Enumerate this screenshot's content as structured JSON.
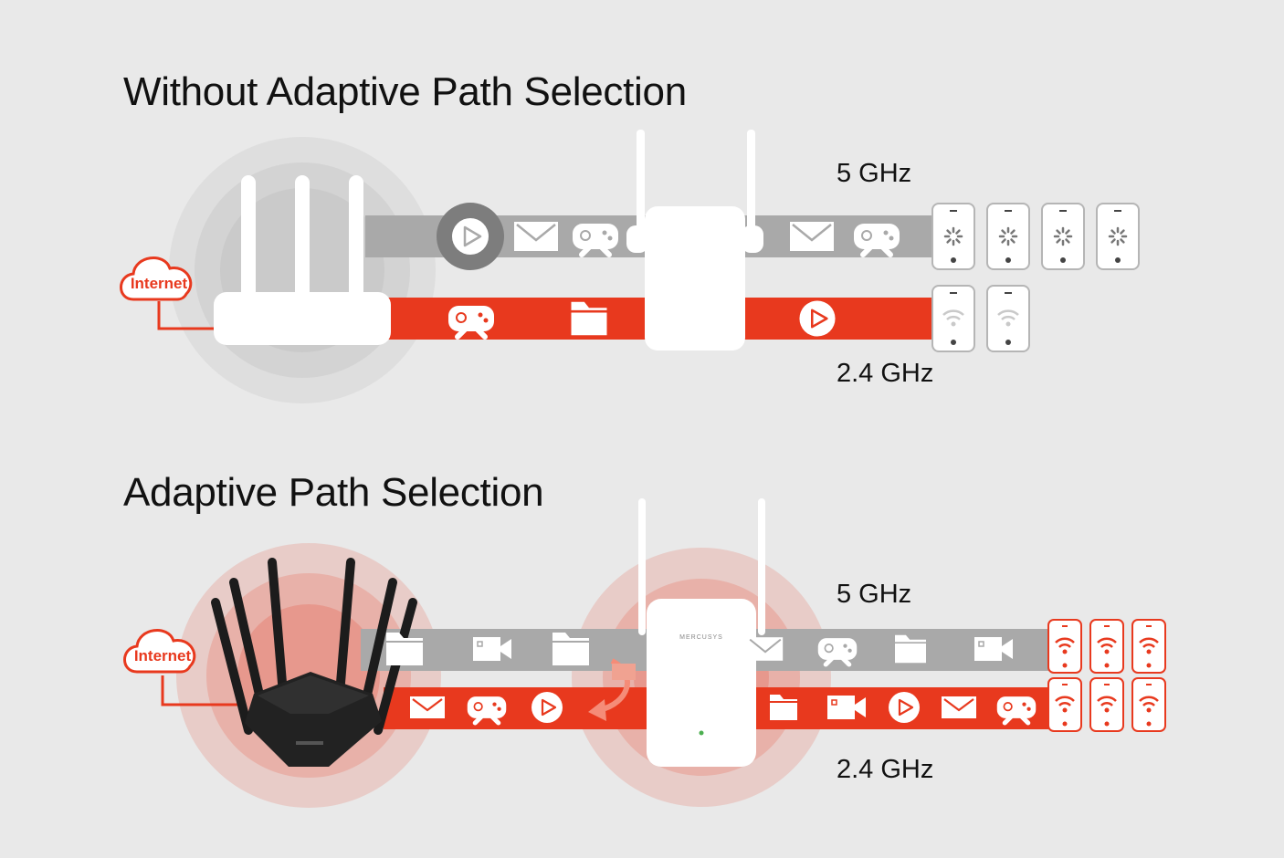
{
  "titles": {
    "without": "Without Adaptive Path Selection",
    "with": "Adaptive Path Selection"
  },
  "bands": {
    "five_ghz": "5 GHz",
    "two_four_ghz": "2.4 GHz"
  },
  "internet_label": "Internet",
  "extender_brand": "MERCUSYS",
  "colors": {
    "accent_red": "#e8391e",
    "band_gray": "#a9a9a9",
    "background": "#e9e9e9"
  },
  "without_section": {
    "five_ghz_icons_before_extender": [
      "play-icon",
      "mail-icon",
      "gamepad-icon"
    ],
    "five_ghz_icons_after_extender": [
      "mail-icon",
      "gamepad-icon"
    ],
    "two_four_ghz_icons_before_extender": [
      "gamepad-icon",
      "folder-icon"
    ],
    "two_four_ghz_icons_after_extender": [
      "play-icon"
    ],
    "five_ghz_devices": [
      "phone-loading-icon",
      "phone-loading-icon",
      "phone-loading-icon",
      "phone-loading-icon"
    ],
    "two_four_ghz_devices": [
      "phone-wifi-icon",
      "phone-wifi-icon"
    ]
  },
  "with_section": {
    "five_ghz_icons_before_extender": [
      "folder-icon",
      "camera-icon",
      "folder-icon"
    ],
    "five_ghz_icons_after_extender": [
      "mail-icon",
      "gamepad-icon",
      "folder-icon",
      "camera-icon"
    ],
    "two_four_ghz_icons_before_extender": [
      "mail-icon",
      "gamepad-icon",
      "play-icon"
    ],
    "two_four_ghz_icons_after_extender": [
      "folder-icon",
      "camera-icon",
      "play-icon",
      "mail-icon",
      "gamepad-icon"
    ],
    "five_ghz_devices": [
      "phone-wifi-icon",
      "phone-wifi-icon",
      "phone-wifi-icon"
    ],
    "two_four_ghz_devices": [
      "phone-wifi-icon",
      "phone-wifi-icon",
      "phone-wifi-icon"
    ],
    "switch_arrow": "switch-arrow-icon"
  }
}
